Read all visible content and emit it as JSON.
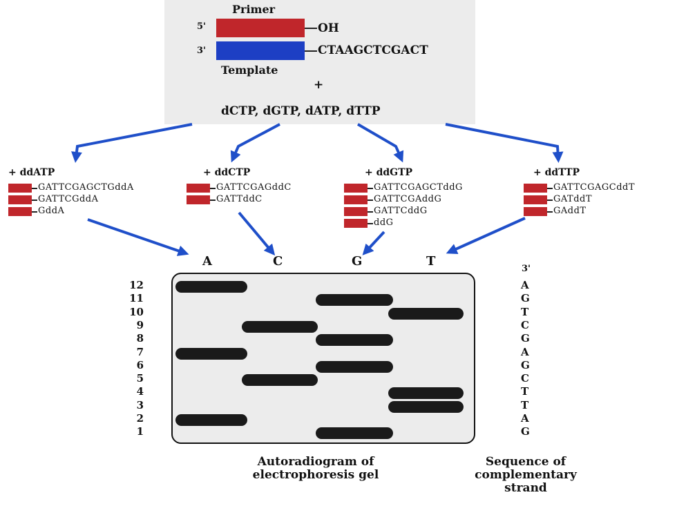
{
  "top": {
    "primer_label": "Primer",
    "five_prime": "5'",
    "oh": "OH",
    "three_prime": "3'",
    "template_seq": "CTAAGCTCGACT",
    "template_label": "Template",
    "plus": "+",
    "dntps": "dCTP, dGTP, dATP, dTTP"
  },
  "reactions": [
    {
      "label": "+ ddATP",
      "fragments": [
        "GATTCGAGCTGddA",
        "GATTCGddA",
        "GddA"
      ]
    },
    {
      "label": "+ ddCTP",
      "fragments": [
        "GATTCGAGddC",
        "GATTddC"
      ]
    },
    {
      "label": "+ ddGTP",
      "fragments": [
        "GATTCGAGCTddG",
        "GATTCGAddG",
        "GATTCddG",
        "ddG"
      ]
    },
    {
      "label": "+ ddTTP",
      "fragments": [
        "GATTCGAGCddT",
        "GATddT",
        "GAddT"
      ]
    }
  ],
  "gel": {
    "lanes": [
      "A",
      "C",
      "G",
      "T"
    ],
    "row_numbers": [
      "12",
      "11",
      "10",
      "9",
      "8",
      "7",
      "6",
      "5",
      "4",
      "3",
      "2",
      "1"
    ],
    "bands": {
      "A": [
        12,
        7,
        2
      ],
      "C": [
        9,
        5
      ],
      "G": [
        11,
        8,
        6,
        1
      ],
      "T": [
        10,
        4,
        3
      ]
    },
    "sequence_header": "3'",
    "sequence": [
      "A",
      "G",
      "T",
      "C",
      "G",
      "A",
      "G",
      "C",
      "T",
      "T",
      "A",
      "G"
    ]
  },
  "captions": {
    "gel": [
      "Autoradiogram of",
      "electrophoresis gel"
    ],
    "sequence": [
      "Sequence of",
      "complementary",
      "strand"
    ]
  },
  "colors": {
    "primer": "#c0262b",
    "template": "#1d3fc4",
    "arrow": "#1f4fc9",
    "band": "#1a1a1a"
  }
}
